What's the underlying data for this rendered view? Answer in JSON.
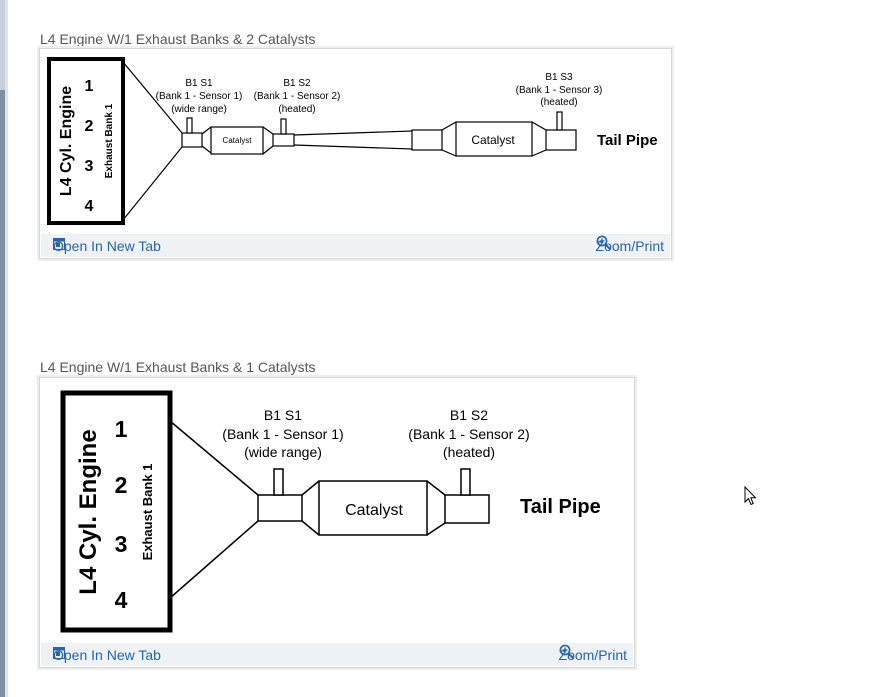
{
  "colors": {
    "link": "#2a63a6",
    "footer_bg": "#eef2f5",
    "title": "#555555"
  },
  "figures": [
    {
      "title": "L4 Engine W/1 Exhaust Banks & 2 Catalysts",
      "engine_label": "L4 Cyl. Engine",
      "bank_label": "Exhaust Bank 1",
      "cylinders": [
        "1",
        "2",
        "3",
        "4"
      ],
      "sensors": [
        {
          "id": "B1 S1",
          "line1": "(Bank 1 - Sensor 1)",
          "line2": "(wide range)"
        },
        {
          "id": "B1 S2",
          "line1": "(Bank 1 - Sensor 2)",
          "line2": "(heated)"
        },
        {
          "id": "B1 S3",
          "line1": "(Bank 1 - Sensor 3)",
          "line2": "(heated)"
        }
      ],
      "catalysts": [
        "Catalyst",
        "Catalyst"
      ],
      "tail_pipe": "Tail Pipe",
      "open_label": "Open In New Tab",
      "zoom_label": "Zoom/Print",
      "open_icon": "open-in-new-tab-icon",
      "zoom_icon": "magnifier-plus-icon"
    },
    {
      "title": "L4 Engine W/1 Exhaust Banks & 1 Catalysts",
      "engine_label": "L4 Cyl. Engine",
      "bank_label": "Exhaust Bank 1",
      "cylinders": [
        "1",
        "2",
        "3",
        "4"
      ],
      "sensors": [
        {
          "id": "B1 S1",
          "line1": "(Bank 1 - Sensor 1)",
          "line2": "(wide range)"
        },
        {
          "id": "B1 S2",
          "line1": "(Bank 1 - Sensor 2)",
          "line2": "(heated)"
        }
      ],
      "catalysts": [
        "Catalyst"
      ],
      "tail_pipe": "Tail Pipe",
      "open_label": "Open In New Tab",
      "zoom_label": "Zoom/Print",
      "open_icon": "open-in-new-tab-icon",
      "zoom_icon": "magnifier-plus-icon"
    }
  ]
}
